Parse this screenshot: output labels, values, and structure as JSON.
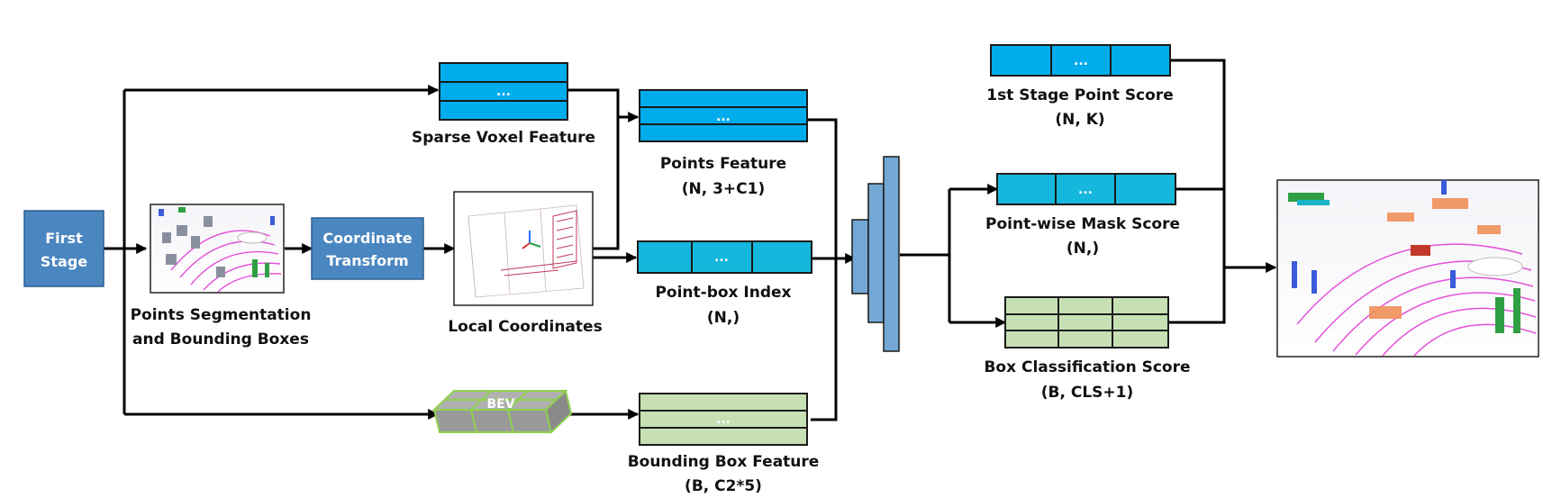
{
  "nodes": {
    "first_stage": {
      "line1": "First",
      "line2": "Stage"
    },
    "coord_transform": {
      "line1": "Coordinate",
      "line2": "Transform"
    },
    "bev": {
      "label": "BEV"
    }
  },
  "labels": {
    "seg_line1": "Points Segmentation",
    "seg_line2": "and Bounding Boxes",
    "local_coords": "Local Coordinates",
    "sparse_voxel": "Sparse Voxel Feature",
    "points_feature": "Points Feature",
    "points_feature_shape": "(N, 3+C1)",
    "point_box_index": "Point-box Index",
    "point_box_index_shape": "(N,)",
    "bbox_feature": "Bounding Box Feature",
    "bbox_feature_shape": "(B, C2*5)",
    "stage1_score": "1st Stage Point Score",
    "stage1_score_shape": "(N, K)",
    "mask_score": "Point-wise Mask Score",
    "mask_score_shape": "(N,)",
    "box_cls": "Box Classification Score",
    "box_cls_shape": "(B, CLS+1)"
  },
  "ellipsis": "...",
  "colors": {
    "node_blue": "#4a86c0",
    "tensor_blue": "#00acec",
    "tensor_cyan": "#16b7dc",
    "tensor_green": "#c6e0b4",
    "network_bar": "#74a9d6",
    "bev_green": "#8fd14f"
  }
}
